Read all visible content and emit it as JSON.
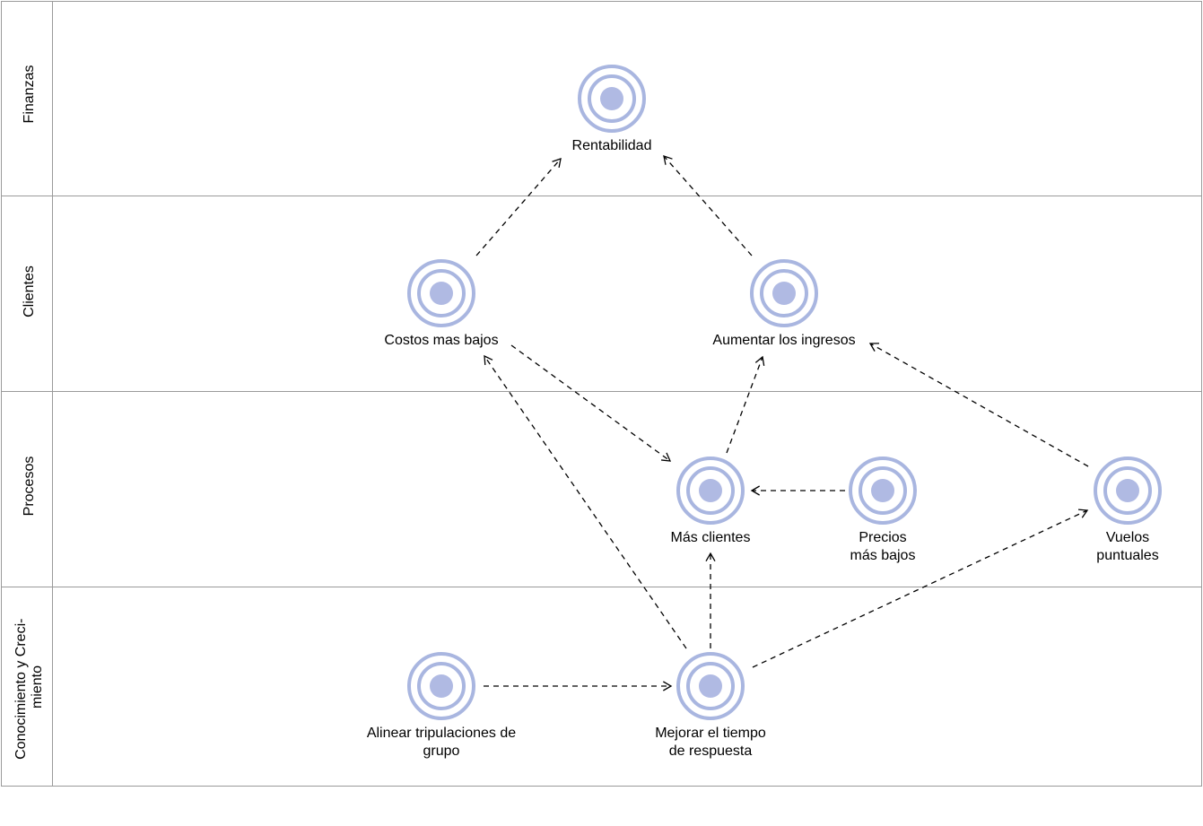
{
  "colors": {
    "lane_border": "#9a9a9a",
    "goal_ring": "#a9b6e0",
    "goal_center": "#b0bae3",
    "edge": "#000000"
  },
  "lanes": [
    {
      "id": "finanzas",
      "label": "Finanzas"
    },
    {
      "id": "clientes",
      "label": "Clientes"
    },
    {
      "id": "procesos",
      "label": "Procesos"
    },
    {
      "id": "conocimiento",
      "label": "Conocimiento y Creci-",
      "label2": "miento"
    }
  ],
  "nodes": [
    {
      "id": "rentabilidad",
      "icon": "goal-target-icon",
      "lines": [
        "Rentabilidad"
      ]
    },
    {
      "id": "costos",
      "icon": "goal-target-icon",
      "lines": [
        "Costos mas bajos"
      ]
    },
    {
      "id": "ingresos",
      "icon": "goal-target-icon",
      "lines": [
        "Aumentar los ingresos"
      ]
    },
    {
      "id": "mas-clientes",
      "icon": "goal-target-icon",
      "lines": [
        "Más clientes"
      ]
    },
    {
      "id": "precios",
      "icon": "goal-target-icon",
      "lines": [
        "Precios",
        "más bajos"
      ]
    },
    {
      "id": "vuelos",
      "icon": "goal-target-icon",
      "lines": [
        "Vuelos",
        "puntuales"
      ]
    },
    {
      "id": "alinear",
      "icon": "goal-target-icon",
      "lines": [
        "Alinear tripulaciones de",
        "grupo"
      ]
    },
    {
      "id": "mejorar",
      "icon": "goal-target-icon",
      "lines": [
        "Mejorar el tiempo",
        "de respuesta"
      ]
    }
  ],
  "edges": [
    {
      "from": "costos",
      "to": "rentabilidad"
    },
    {
      "from": "ingresos",
      "to": "rentabilidad"
    },
    {
      "from": "costos",
      "to": "mas-clientes"
    },
    {
      "from": "mas-clientes",
      "to": "ingresos"
    },
    {
      "from": "vuelos",
      "to": "ingresos"
    },
    {
      "from": "precios",
      "to": "mas-clientes"
    },
    {
      "from": "mejorar",
      "to": "costos"
    },
    {
      "from": "mejorar",
      "to": "mas-clientes"
    },
    {
      "from": "mejorar",
      "to": "vuelos"
    },
    {
      "from": "alinear",
      "to": "mejorar"
    }
  ]
}
